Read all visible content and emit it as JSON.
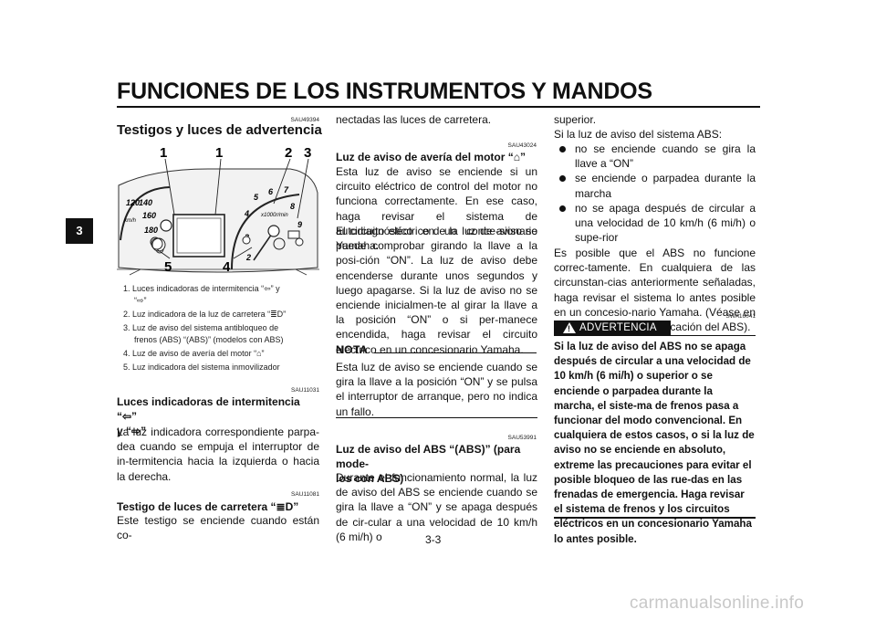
{
  "page_title": "FUNCIONES DE LOS INSTRUMENTOS Y MANDOS",
  "chapter_tab": "3",
  "page_number": "3-3",
  "watermark": "carmanualsonline.info",
  "left": {
    "code_top": "SAU49394",
    "section_title": "Testigos y luces de advertencia",
    "figure_callouts": [
      "1",
      "1",
      "2",
      "3",
      "5",
      "4"
    ],
    "captions": [
      "1.  Luces indicadoras de intermitencia “⇦” y",
      "“⇨”",
      "2.  Luz indicadora de la luz de carretera “≣D”",
      "3.  Luz de aviso del sistema antibloqueo de",
      "frenos (ABS) “(ABS)” (modelos con ABS)",
      "4.  Luz de aviso de avería del motor “⌂”",
      "5.  Luz indicadora del sistema inmovilizador"
    ],
    "code_turn": "SAU11031",
    "turn_heading_l1": "Luces indicadoras de intermitencia “⇦”",
    "turn_heading_l2": "y “⇨”",
    "turn_text": "La luz indicadora correspondiente parpa-dea cuando se empuja el interruptor de in-termitencia hacia la izquierda o hacia la derecha.",
    "code_high": "SAU11081",
    "high_heading": "Testigo de luces de carretera “≣D”",
    "high_text": "Este testigo se enciende cuando están co-"
  },
  "middle": {
    "cont_text": "nectadas las luces de carretera.",
    "code_engine": "SAU43024",
    "engine_heading": "Luz de aviso de avería del motor “⌂”",
    "engine_text": "Esta luz de aviso se enciende si un circuito eléctrico de control del motor no funciona correctamente. En ese caso, haga revisar el sistema de autodiagnóstico en un conce-sionario Yamaha.",
    "engine_text2": "El circuito eléctrico de la luz de aviso se puede comprobar girando la llave a la posi-ción “ON”. La luz de aviso debe encenderse durante unos segundos y luego apagarse. Si la luz de aviso no se enciende inicialmen-te al girar la llave a la posición “ON” o si per-manece encendida, haga revisar el circuito eléctrico en un concesionario Yamaha.",
    "nota_label": "NOTA",
    "nota_text": "Esta luz de aviso se enciende cuando se gira la llave a la posición “ON” y se pulsa el interruptor de arranque, pero no indica un fallo.",
    "code_abs": "SAU53991",
    "abs_heading_l1": "Luz de aviso del ABS “(ABS)” (para mode-",
    "abs_heading_l2": "los con ABS)",
    "abs_text": "Durante el funcionamiento normal, la luz de aviso del ABS se enciende cuando se gira la llave a “ON” y se apaga después de cir-cular a una velocidad de 10 km/h (6 mi/h) o"
  },
  "right": {
    "cont_text": "superior.",
    "abs_intro": "Si la luz de aviso del sistema ABS:",
    "bullets": [
      "no se enciende cuando se gira la llave a “ON”",
      "se enciende o parpadea durante la marcha",
      "no se apaga después de circular a una velocidad de 10 km/h (6 mi/h) o supe-rior"
    ],
    "after_text": "Es posible que el ABS no funcione correc-tamente. En cualquiera de las circunstan-cias anteriormente señaladas, haga revisar el sistema lo antes posible en un concesio-nario Yamaha. (Véase en la página 3-15 una explicación del ABS).",
    "code_warn": "SWA16041",
    "warning_label": "ADVERTENCIA",
    "warning_text": "Si la luz de aviso del ABS no se apaga después de circular a una velocidad de 10 km/h (6 mi/h) o superior o se enciende o parpadea durante la marcha, el siste-ma de frenos pasa a funcionar del modo convencional. En cualquiera de estos casos, o si la luz de aviso no se enciende en absoluto, extreme las precauciones para evitar el posible bloqueo de las rue-das en las frenadas de emergencia. Haga revisar el sistema de frenos y los circuitos eléctricos en un concesionario Yamaha lo antes posible."
  }
}
